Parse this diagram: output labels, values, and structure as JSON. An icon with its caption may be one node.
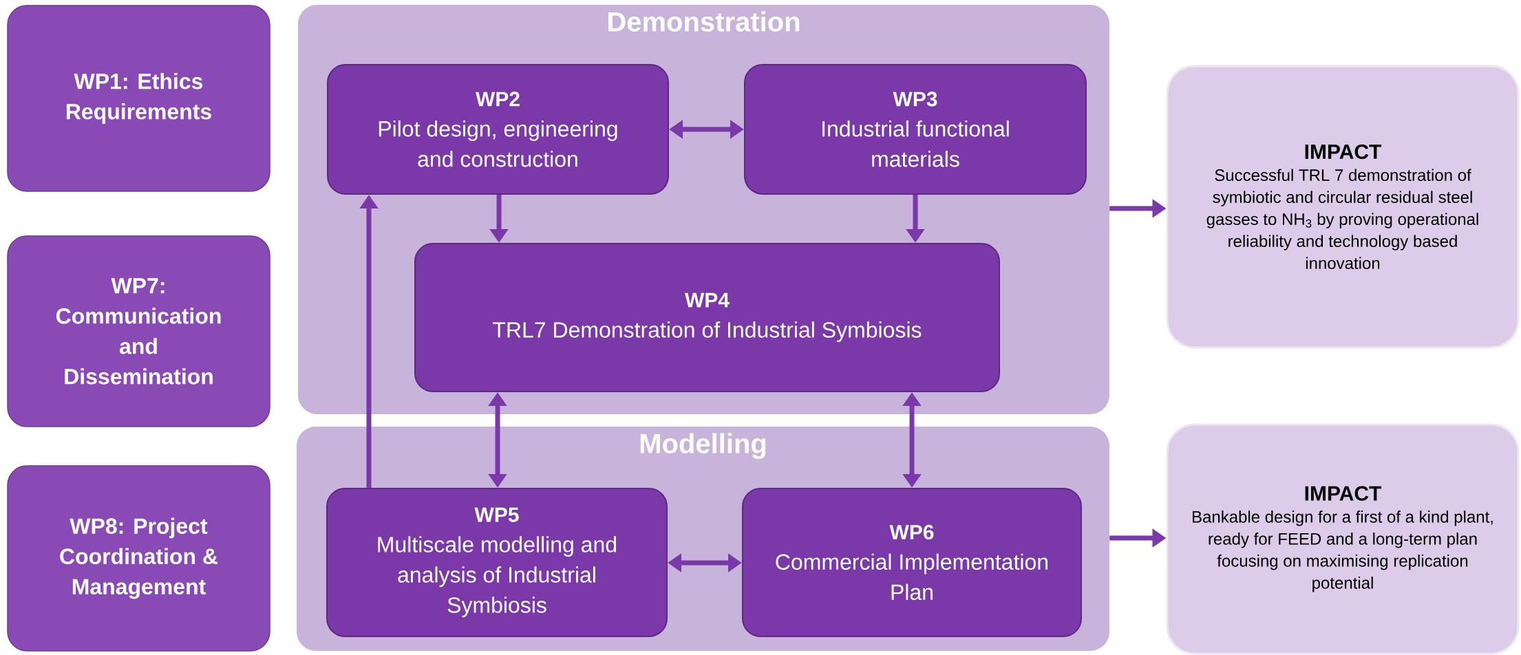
{
  "diagram": {
    "nodes": [
      {
        "text": [
          "WP1: Ethics Requirements"
        ]
      },
      {
        "text": [
          "WP7: Communication and Dissemination"
        ]
      },
      {
        "text": [
          "WP8: Project Coordination & Management"
        ]
      },
      {
        "text": [
          "Demonstration"
        ]
      },
      {
        "text": [
          "WP2",
          "Pilot design, engineering and construction"
        ],
        "in": 3
      },
      {
        "text": [
          "WP3",
          "Industrial functional materials"
        ],
        "in": 3
      },
      {
        "text": [
          "WP4",
          "TRL7 Demonstration of Industrial Symbiosis"
        ],
        "in": 3
      },
      {
        "text": [
          "IMPACT",
          "Successful TRL 7 demonstration of symbiotic and circular residual steel gasses to NH$_{3}$ by proving operational reliability and technology based innovation"
        ]
      },
      {
        "text": [
          "Modelling"
        ]
      },
      {
        "text": [
          "WP5",
          "Multiscale modelling and analysis of Industrial Symbiosis"
        ],
        "in": 8
      },
      {
        "text": [
          "WP6",
          "Commercial Implementation Plan"
        ],
        "in": 8
      },
      {
        "text": [
          "IMPACT",
          "Bankable design for a first of a kind plant, ready for FEED and a long-term plan focusing on maximising replication potential"
        ]
      }
    ],
    "edges": [
      {
        "from": 4,
        "to": 5,
        "arrow": "both"
      },
      {
        "from": 4,
        "to": 6,
        "arrow": "to"
      },
      {
        "from": 5,
        "to": 6,
        "arrow": "to"
      },
      {
        "from": 3,
        "to": 7,
        "arrow": "to"
      },
      {
        "from": 6,
        "to": 9,
        "arrow": "both"
      },
      {
        "from": 6,
        "to": 10,
        "arrow": "both"
      },
      {
        "from": 9,
        "to": 4,
        "arrow": "to"
      },
      {
        "from": 9,
        "to": 10,
        "arrow": "both"
      },
      {
        "from": 8,
        "to": 11,
        "arrow": "to"
      }
    ]
  }
}
